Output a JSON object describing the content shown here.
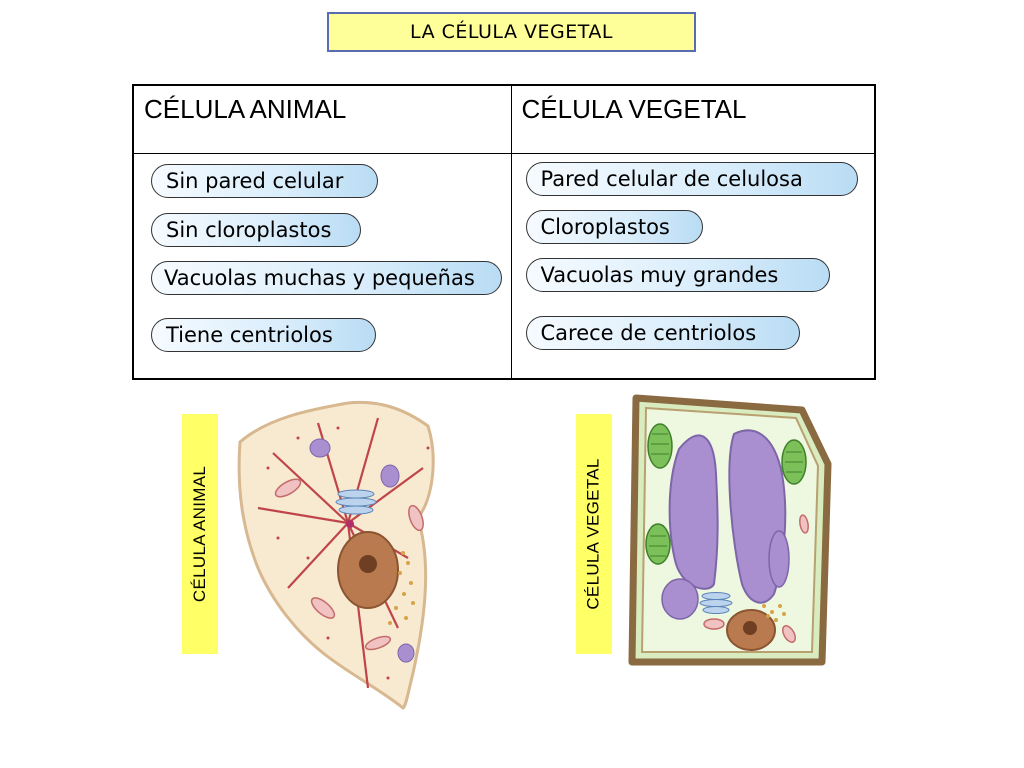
{
  "title": "LA CÉLULA VEGETAL",
  "table": {
    "headers": [
      "CÉLULA ANIMAL",
      "CÉLULA VEGETAL"
    ],
    "animal_items": [
      "Sin pared celular",
      "Sin cloroplastos",
      "Vacuolas muchas y pequeñas",
      "Tiene centriolos"
    ],
    "vegetal_items": [
      "Pared celular de celulosa",
      "Cloroplastos",
      "Vacuolas muy grandes",
      "Carece de centriolos"
    ]
  },
  "labels": {
    "animal": "CÉLULA ANIMAL",
    "vegetal": "CÉLULA VEGETAL"
  },
  "colors": {
    "title_bg": "#ffff99",
    "label_bg": "#ffff66",
    "pill_gradient_end": "#b9dcf4",
    "vacuole": "#a98fd0",
    "chloroplast": "#6fb84f",
    "nucleus": "#b97a4f"
  }
}
